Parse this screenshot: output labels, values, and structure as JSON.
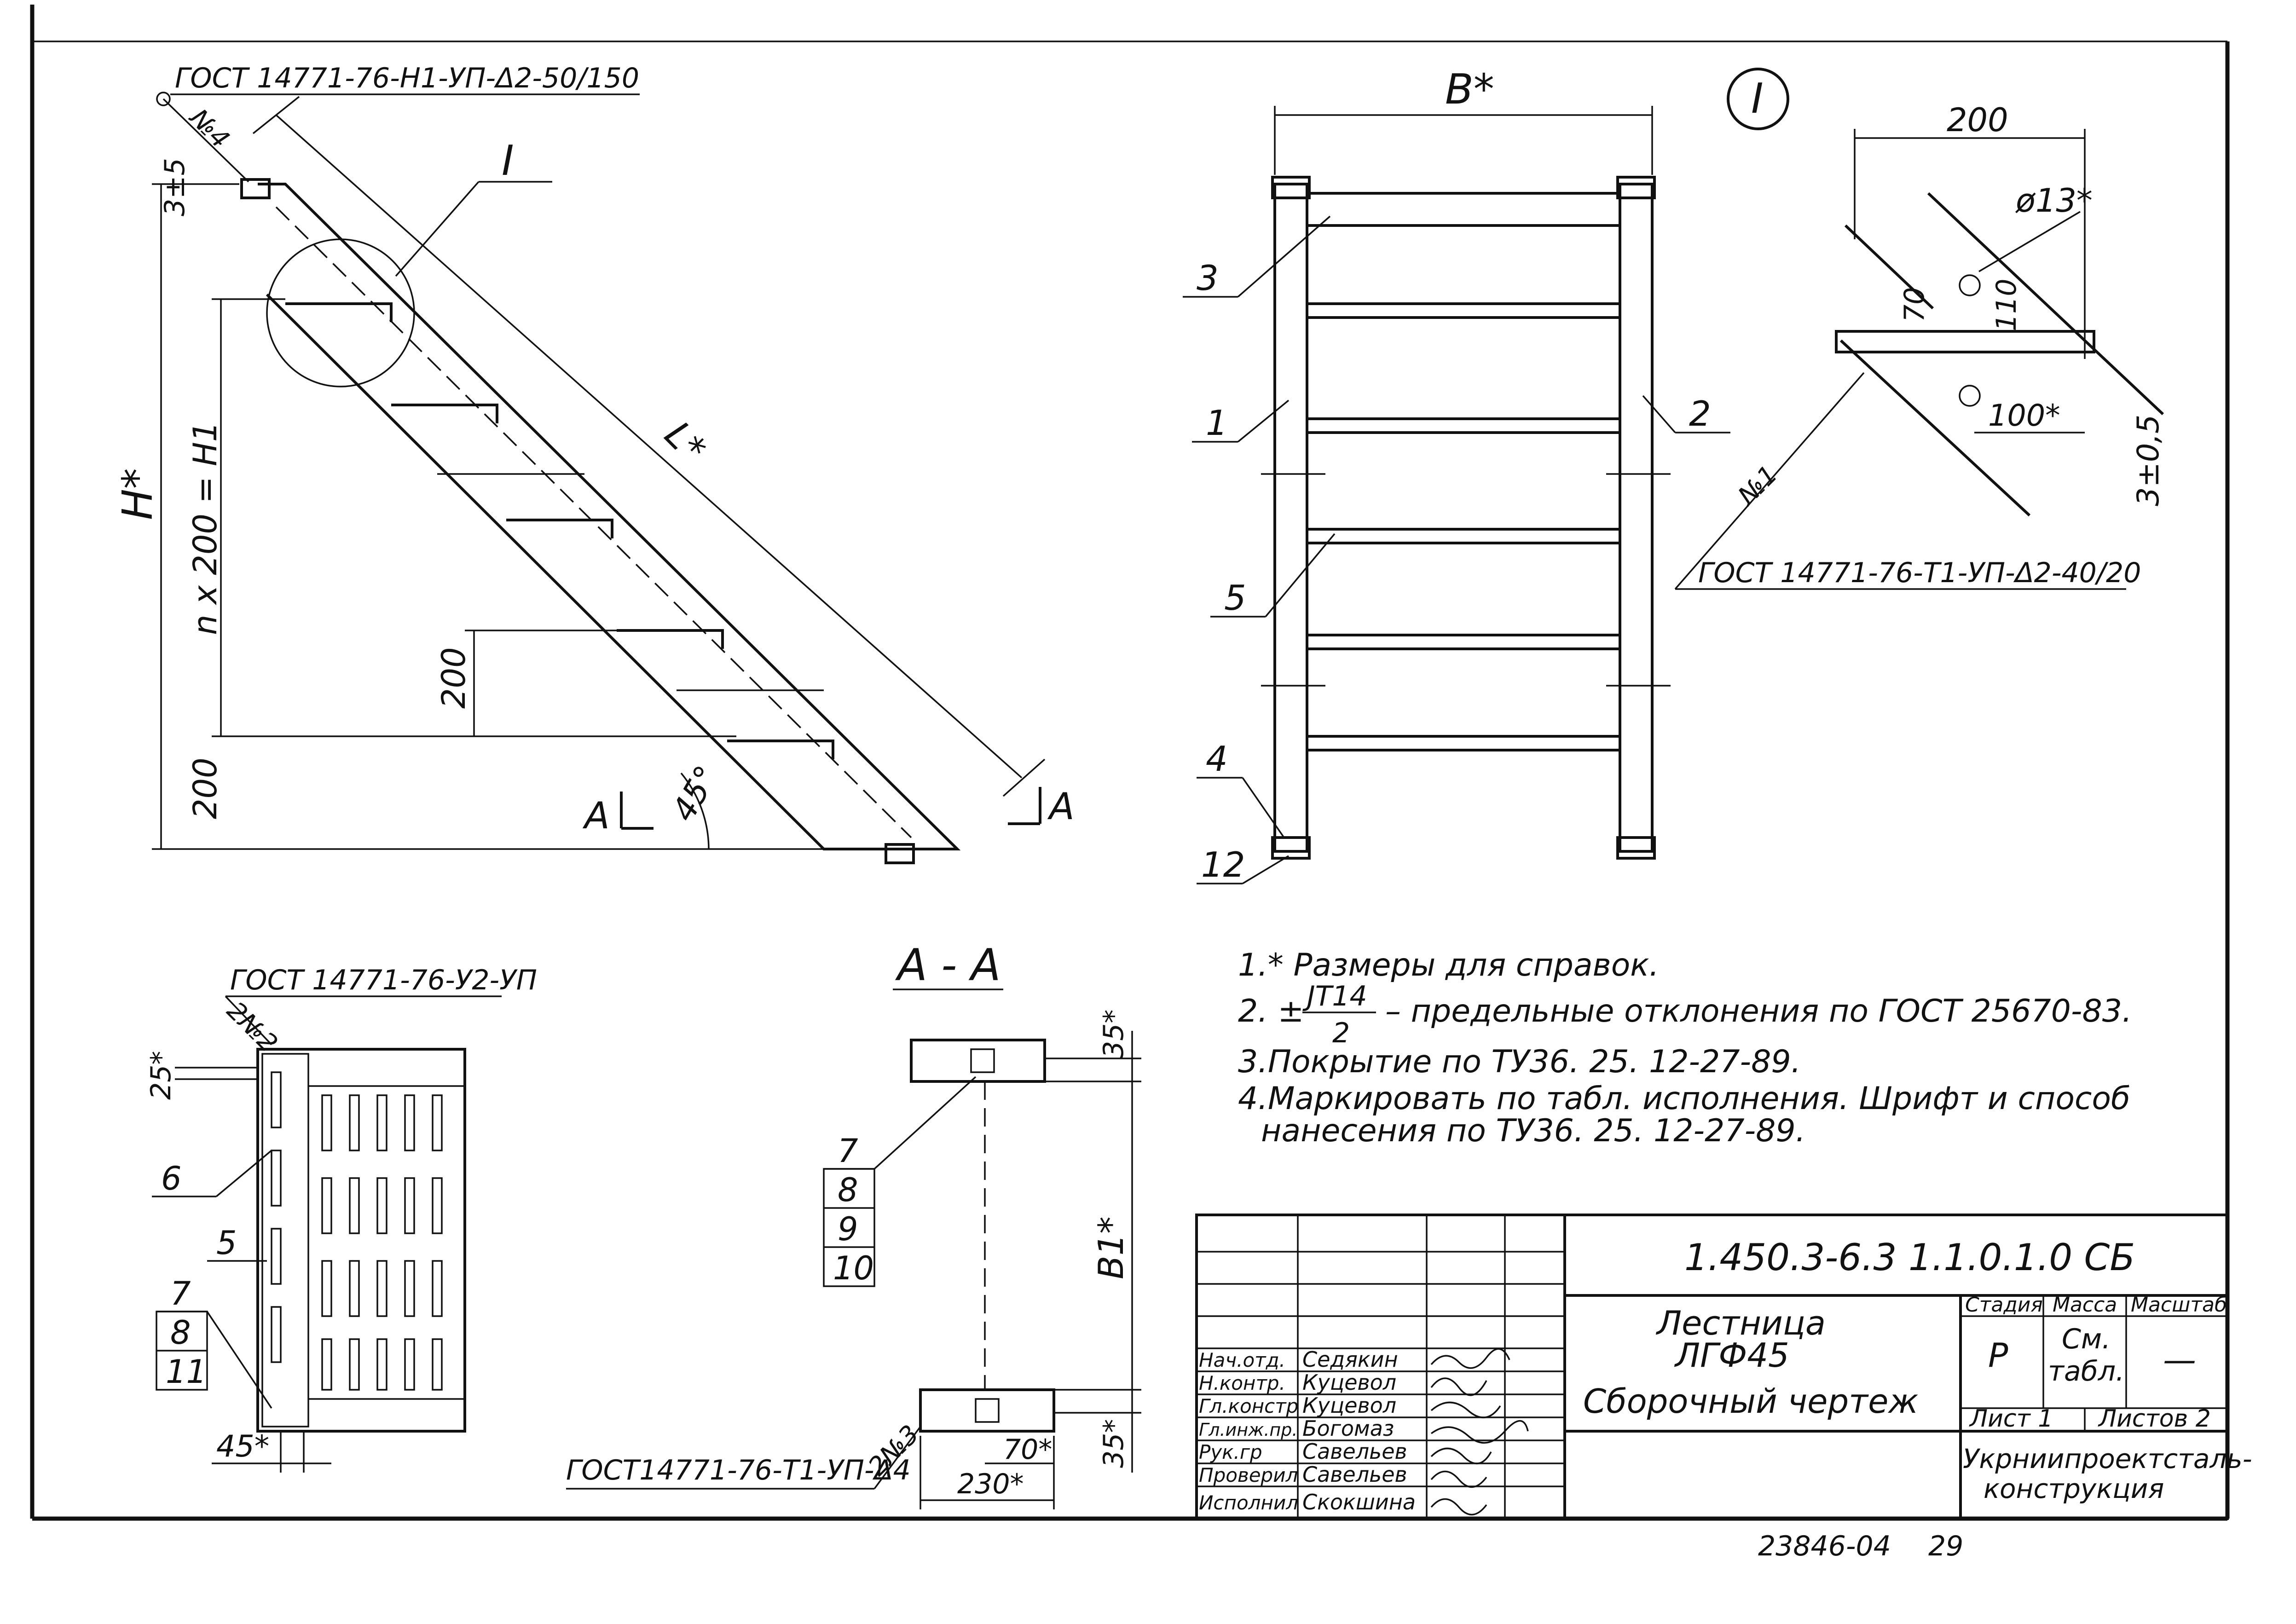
{
  "standards": {
    "top_weld": "ГОСТ 14771-76-Н1-УП-Δ2-50/150",
    "detail_weld": "ГОСТ 14771-76-Т1-УП-Δ2-40/20",
    "corner_weld": "ГОСТ 14771-76-У2-УП",
    "bottom_weld": "ГОСТ14771-76-Т1-УП-Δ4"
  },
  "weld_numbers": {
    "n4": "№4",
    "n1": "№1",
    "n2": "2№2",
    "n3": "2№3"
  },
  "side_view": {
    "detail_marker": "I",
    "length_label": "L*",
    "height_label": "H*",
    "step_formula": "n x 200 = H1",
    "top_dim": "3±5",
    "step_dim": "200",
    "bottom_dim": "200",
    "angle": "45°",
    "section_mark": "A"
  },
  "front_view": {
    "width_label": "В*",
    "callouts": [
      "3",
      "1",
      "5",
      "4",
      "12",
      "2"
    ]
  },
  "detail": {
    "marker": "I",
    "top_dim": "200",
    "hole_dia": "ø13*",
    "dim_70": "70",
    "dim_110": "110",
    "dim_100": "100*",
    "dim_tol": "3±0,5"
  },
  "step_view": {
    "dim_25": "25*",
    "dim_45": "45*",
    "pos_6": "6",
    "pos_5": "5",
    "stack": [
      "7",
      "8",
      "11"
    ]
  },
  "section_aa": {
    "title": "А - А",
    "dim_35_top": "35*",
    "dim_35_bot": "35*",
    "width_label": "В1*",
    "dim_70": "70*",
    "dim_230": "230*",
    "stack": [
      "7",
      "8",
      "9",
      "10"
    ]
  },
  "notes": {
    "n1": "1.* Размеры для справок.",
    "n2_prefix": "2. ±",
    "n2_num": "JT14",
    "n2_den": "2",
    "n2_rest": "– предельные отклонения по ГОСТ 25670-83.",
    "n3": "3.Покрытие по ТУ36. 25. 12-27-89.",
    "n4a": "4.Маркировать по табл. исполнения. Шрифт и способ",
    "n4b": "нанесения по ТУ36. 25. 12-27-89."
  },
  "title_block": {
    "doc_code": "1.450.3-6.3 1.1.0.1.0 СБ",
    "name_1": "Лестница",
    "name_2": "ЛГФ45",
    "doc_type": "Сборочный чертеж",
    "stage_label": "Стадия",
    "mass_label": "Масса",
    "scale_label": "Масштаб",
    "stage": "Р",
    "mass_1": "См.",
    "mass_2": "табл.",
    "scale": "—",
    "sheet": "Лист 1",
    "sheets": "Листов 2",
    "org_1": "Укрниипроектсталь-",
    "org_2": "конструкция",
    "signatures": [
      {
        "role": "Нач.отд.",
        "name": "Седякин"
      },
      {
        "role": "Н.контр.",
        "name": "Куцевол"
      },
      {
        "role": "Гл.констр",
        "name": "Куцевол"
      },
      {
        "role": "Гл.инж.пр.",
        "name": "Богомаз"
      },
      {
        "role": "Рук.гр",
        "name": "Савельев"
      },
      {
        "role": "Проверил",
        "name": "Савельев"
      },
      {
        "role": "Исполнил",
        "name": "Скокшина"
      }
    ]
  },
  "footer": {
    "archive": "23846-04",
    "page": "29"
  }
}
